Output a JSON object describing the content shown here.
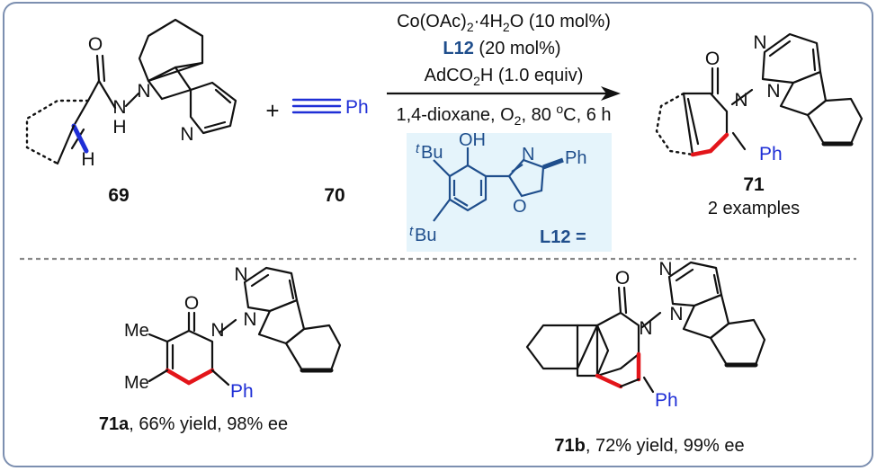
{
  "scheme": {
    "reagents": {
      "catalyst": "Co(OAc)",
      "catalyst_sub": "2",
      "catalyst_rest": "·4H",
      "catalyst_sub2": "2",
      "catalyst_end": "O (10 mol%)",
      "ligand_label": "L12",
      "ligand_amount": " (20 mol%)",
      "acid": "AdCO",
      "acid_sub": "2",
      "acid_end": "H (1.0 equiv)",
      "conditions": "1,4-dioxane, O",
      "conditions_sub": "2",
      "conditions_mid": ", 80 ",
      "conditions_sup": "o",
      "conditions_end": "C, 6 h"
    },
    "plus": "+",
    "compounds": {
      "start_label": "69",
      "alkyne_label": "70",
      "alkyne_ph": "Ph",
      "product_label": "71",
      "product_note": "2 examples"
    },
    "ligand": {
      "tbu_t": "t",
      "tbu_bu": "Bu",
      "oh": "OH",
      "n": "N",
      "o": "O",
      "ph": "Ph",
      "label": "L12 ="
    },
    "atoms": {
      "N": "N",
      "H": "H",
      "O": "O",
      "Ph": "Ph",
      "Me": "Me"
    },
    "examples": [
      {
        "id": "71a",
        "desc": ", 66% yield, 98% ee"
      },
      {
        "id": "71b",
        "desc": ", 72% yield, 99% ee"
      }
    ],
    "colors": {
      "frame": "#7c8fb0",
      "ligand_box": "#e5f4fb",
      "ligand_text": "#1f4e8c",
      "highlight_red": "#e3151a",
      "highlight_blue": "#1f2fd6"
    }
  }
}
